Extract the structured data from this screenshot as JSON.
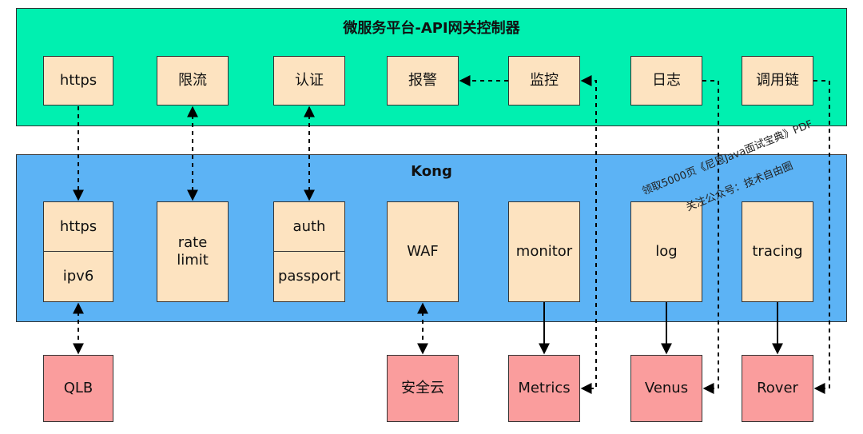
{
  "top_panel": {
    "title": "微服务平台-API网关控制器",
    "items": [
      "https",
      "限流",
      "认证",
      "报警",
      "监控",
      "日志",
      "调用链"
    ]
  },
  "kong_panel": {
    "title": "Kong",
    "https": "https",
    "ipv6": "ipv6",
    "rate_limit": "rate\nlimit",
    "auth": "auth",
    "passport": "passport",
    "waf": "WAF",
    "monitor": "monitor",
    "log": "log",
    "tracing": "tracing"
  },
  "bottom": [
    "QLB",
    "安全云",
    "Metrics",
    "Venus",
    "Rover"
  ],
  "watermark": {
    "line1": "领取5000页《尼恩Java面试宝典》PDF",
    "line2": "关注公众号：技术自由圈"
  },
  "colors": {
    "top_panel": "#00f0b0",
    "kong_panel": "#5cb3f5",
    "box": "#fde3c0",
    "bottom_box": "#fa9d9d"
  }
}
